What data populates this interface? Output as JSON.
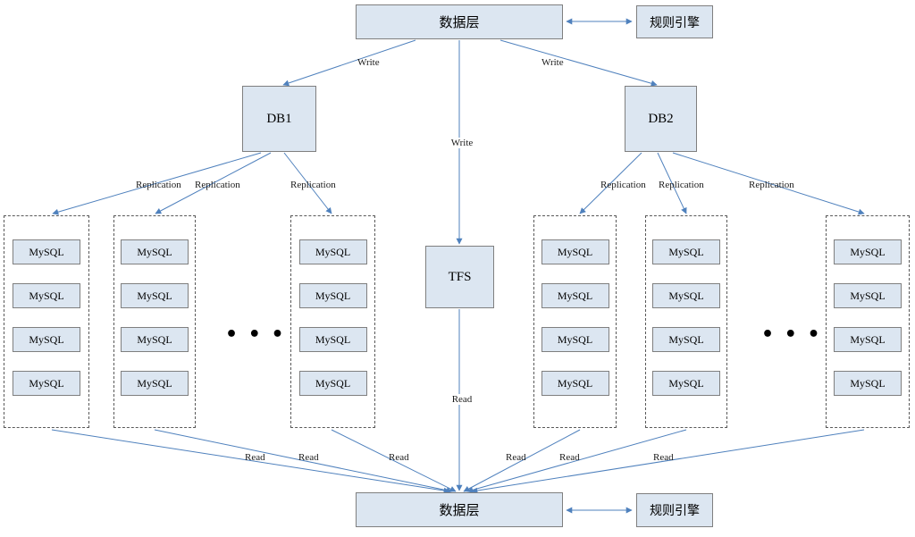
{
  "nodes": {
    "data_layer_top": {
      "label": "数据层"
    },
    "rule_engine_top": {
      "label": "规则引擎"
    },
    "db1": {
      "label": "DB1"
    },
    "db2": {
      "label": "DB2"
    },
    "tfs": {
      "label": "TFS"
    },
    "mysql": {
      "label": "MySQL"
    },
    "data_layer_bottom": {
      "label": "数据层"
    },
    "rule_engine_bottom": {
      "label": "规则引擎"
    }
  },
  "edge_labels": {
    "write": "Write",
    "read": "Read",
    "replication": "Replication"
  },
  "ellipsis": "• • •",
  "structure": {
    "mysql_groups": 6,
    "mysql_per_group": 4
  },
  "colors": {
    "node_fill": "#dce6f1",
    "node_border": "#7f7f7f",
    "group_border_dashed": "#595959",
    "arrow": "#4f81bd",
    "text": "#000000"
  }
}
